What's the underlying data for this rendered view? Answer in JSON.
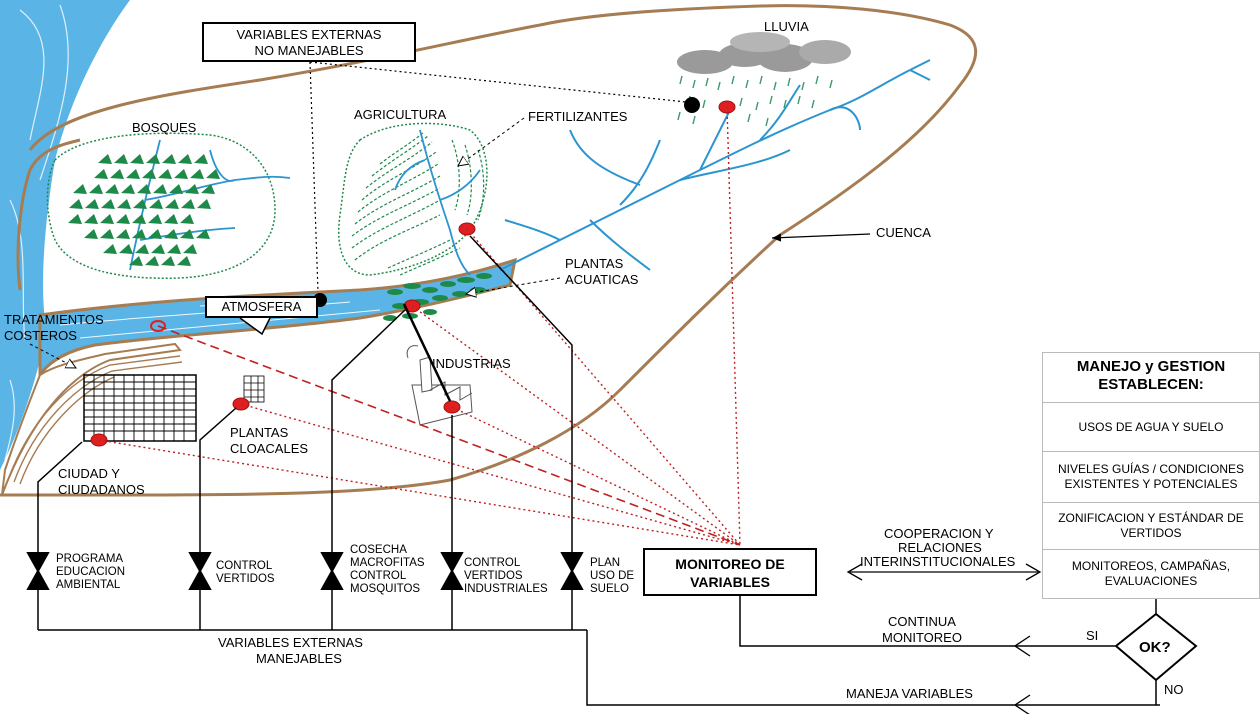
{
  "labels": {
    "lluvia": "LLUVIA",
    "bosques": "BOSQUES",
    "agricultura": "AGRICULTURA",
    "fertilizantes": "FERTILIZANTES",
    "cuenca": "CUENCA",
    "plantas_acuaticas_1": "PLANTAS",
    "plantas_acuaticas_2": "ACUATICAS",
    "atmosfera": "ATMOSFERA",
    "tratamientos_1": "TRATAMIENTOS",
    "tratamientos_2": "COSTEROS",
    "industrias": "INDUSTRIAS",
    "plantas_cloacales_1": "PLANTAS",
    "plantas_cloacales_2": "CLOACALES",
    "ciudad_1": "CIUDAD Y",
    "ciudad_2": "CIUDADANOS"
  },
  "external_box": {
    "line1": "VARIABLES EXTERNAS",
    "line2": "NO MANEJABLES"
  },
  "monitor_box": {
    "line1": "MONITOREO DE",
    "line2": "VARIABLES"
  },
  "valves": [
    {
      "lines": [
        "PROGRAMA",
        "EDUCACION",
        "AMBIENTAL"
      ]
    },
    {
      "lines": [
        "CONTROL",
        "VERTIDOS"
      ]
    },
    {
      "lines": [
        "COSECHA",
        "MACROFITAS",
        "CONTROL",
        "MOSQUITOS"
      ]
    },
    {
      "lines": [
        "CONTROL",
        "VERTIDOS",
        "INDUSTRIALES"
      ]
    },
    {
      "lines": [
        "PLAN",
        "USO DE",
        "SUELO"
      ]
    }
  ],
  "bottom": {
    "manejables_1": "VARIABLES EXTERNAS",
    "manejables_2": "MANEJABLES",
    "cooperacion_1": "COOPERACION Y",
    "cooperacion_2": "RELACIONES",
    "cooperacion_3": "INTERINSTITUCIONALES",
    "continua_1": "CONTINUA",
    "continua_2": "MONITOREO",
    "si": "SI",
    "ok": "OK?",
    "no": "NO",
    "maneja": "MANEJA VARIABLES"
  },
  "panel": {
    "title": "MANEJO y GESTION ESTABLECEN:",
    "items": [
      "USOS DE AGUA Y SUELO",
      "NIVELES GUÍAS / CONDICIONES EXISTENTES Y POTENCIALES",
      "ZONIFICACION Y ESTÁNDAR DE VERTIDOS",
      "MONITOREOS, CAMPAÑAS, EVALUACIONES"
    ]
  },
  "colors": {
    "river": "#5ab4e6",
    "basin_outline": "#a67c52",
    "forest": "#1e8a4a",
    "monitor_point": "#e02020",
    "external_point": "#000000",
    "rain_cloud": "#9a9a9a",
    "rain_drops": "#3a9a6a"
  }
}
